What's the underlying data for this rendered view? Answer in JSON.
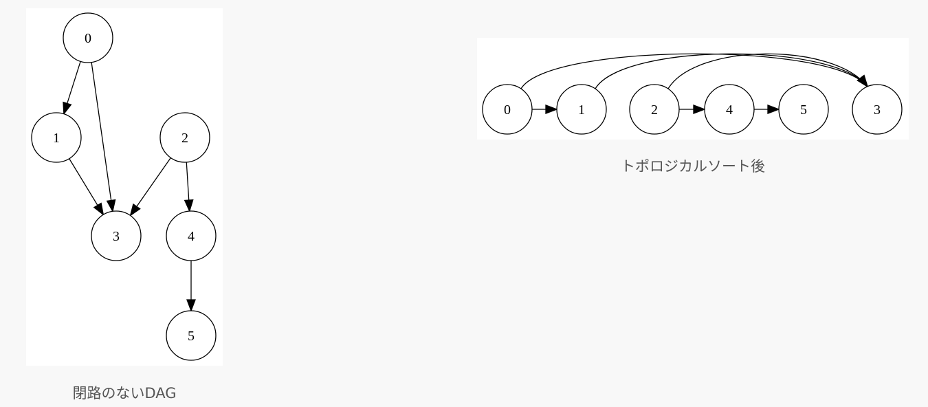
{
  "figures": [
    {
      "caption": "閉路のないDAG",
      "nodes": [
        "0",
        "1",
        "2",
        "3",
        "4",
        "5"
      ],
      "edges": [
        [
          "0",
          "1"
        ],
        [
          "0",
          "3"
        ],
        [
          "1",
          "3"
        ],
        [
          "2",
          "3"
        ],
        [
          "2",
          "4"
        ],
        [
          "4",
          "5"
        ]
      ]
    },
    {
      "caption": "トポロジカルソート後",
      "nodes": [
        "0",
        "1",
        "2",
        "4",
        "5",
        "3"
      ],
      "edges": [
        [
          "0",
          "1"
        ],
        [
          "0",
          "3"
        ],
        [
          "1",
          "3"
        ],
        [
          "2",
          "4"
        ],
        [
          "2",
          "3"
        ],
        [
          "4",
          "5"
        ]
      ]
    }
  ]
}
